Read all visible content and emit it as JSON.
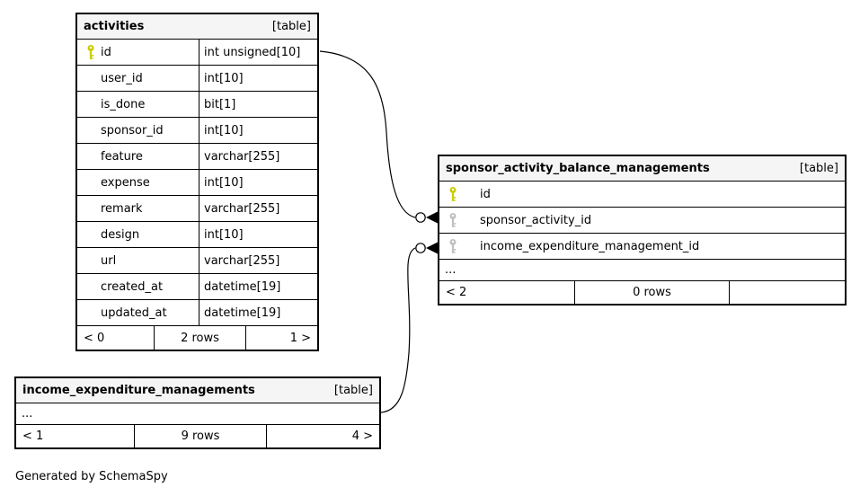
{
  "footer_note": "Generated by SchemaSpy",
  "colors": {
    "header-bg": "#f5f5f5",
    "border": "#000000",
    "pk-key": "#cccc00",
    "fk-key": "#c0c0c0",
    "canvas-bg": "#ffffff"
  },
  "tables": {
    "activities": {
      "name": "activities",
      "badge": "[table]",
      "columns": [
        {
          "name": "id",
          "type": "int unsigned[10]",
          "key": "primary"
        },
        {
          "name": "user_id",
          "type": "int[10]",
          "key": ""
        },
        {
          "name": "is_done",
          "type": "bit[1]",
          "key": ""
        },
        {
          "name": "sponsor_id",
          "type": "int[10]",
          "key": ""
        },
        {
          "name": "feature",
          "type": "varchar[255]",
          "key": ""
        },
        {
          "name": "expense",
          "type": "int[10]",
          "key": ""
        },
        {
          "name": "remark",
          "type": "varchar[255]",
          "key": ""
        },
        {
          "name": "design",
          "type": "int[10]",
          "key": ""
        },
        {
          "name": "url",
          "type": "varchar[255]",
          "key": ""
        },
        {
          "name": "created_at",
          "type": "datetime[19]",
          "key": ""
        },
        {
          "name": "updated_at",
          "type": "datetime[19]",
          "key": ""
        }
      ],
      "footer": {
        "left": "< 0",
        "center": "2 rows",
        "right": "1 >"
      }
    },
    "sponsor": {
      "name": "sponsor_activity_balance_managements",
      "badge": "[table]",
      "columns": [
        {
          "name": "id",
          "key": "primary"
        },
        {
          "name": "sponsor_activity_id",
          "key": "foreign"
        },
        {
          "name": "income_expenditure_management_id",
          "key": "foreign"
        }
      ],
      "ellipsis": "...",
      "footer": {
        "left": "< 2",
        "center": "0 rows",
        "right": ""
      }
    },
    "income": {
      "name": "income_expenditure_managements",
      "badge": "[table]",
      "ellipsis": "...",
      "footer": {
        "left": "< 1",
        "center": "9 rows",
        "right": "4 >"
      }
    }
  }
}
